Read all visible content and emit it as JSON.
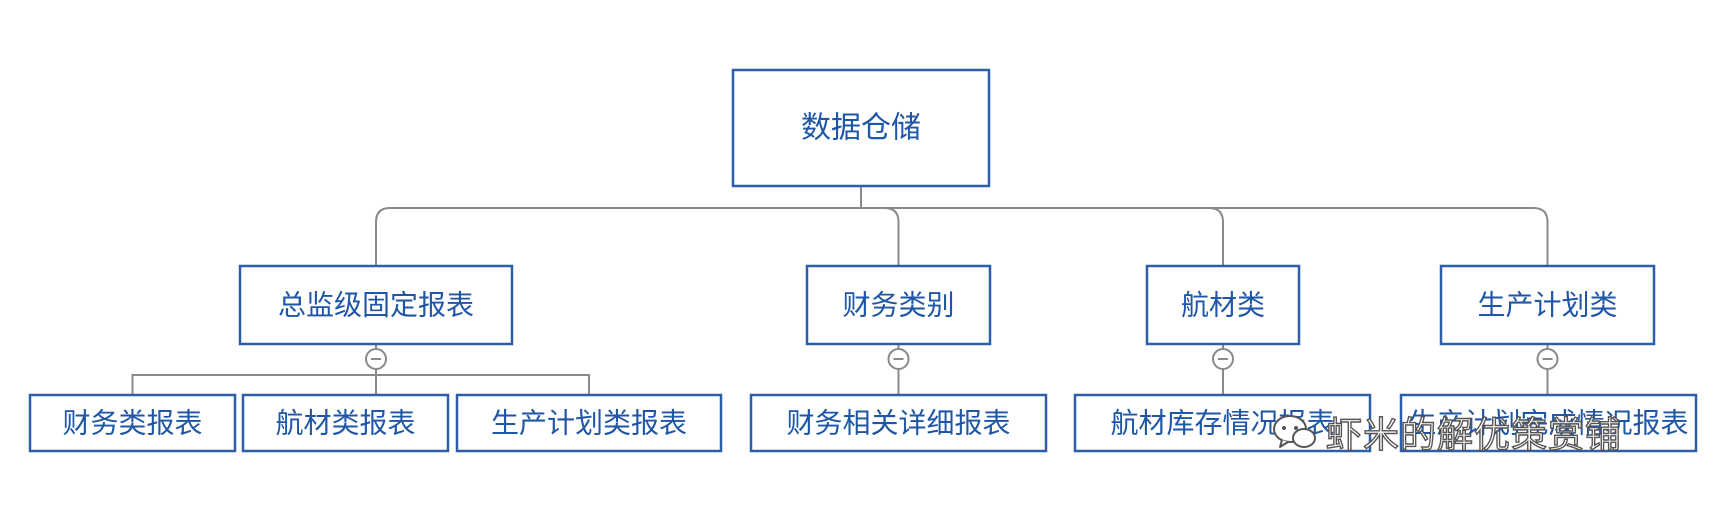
{
  "diagram": {
    "root": {
      "label": "数据仓储"
    },
    "categories": [
      {
        "label": "总监级固定报表",
        "children": [
          "财务类报表",
          "航材类报表",
          "生产计划类报表"
        ]
      },
      {
        "label": "财务类别",
        "children": [
          "财务相关详细报表"
        ]
      },
      {
        "label": "航材类",
        "children": [
          "航材库存情况报表"
        ]
      },
      {
        "label": "生产计划类",
        "children": [
          "生产计划完成情况报表"
        ]
      }
    ]
  },
  "watermark": {
    "text": "虾米的解优策赏铺",
    "icon": "wechat-bubble-icon"
  },
  "colors": {
    "node_border": "#2d5ea8",
    "node_text": "#1f56a6",
    "connector": "#8a8a8a",
    "background": "#ffffff"
  }
}
